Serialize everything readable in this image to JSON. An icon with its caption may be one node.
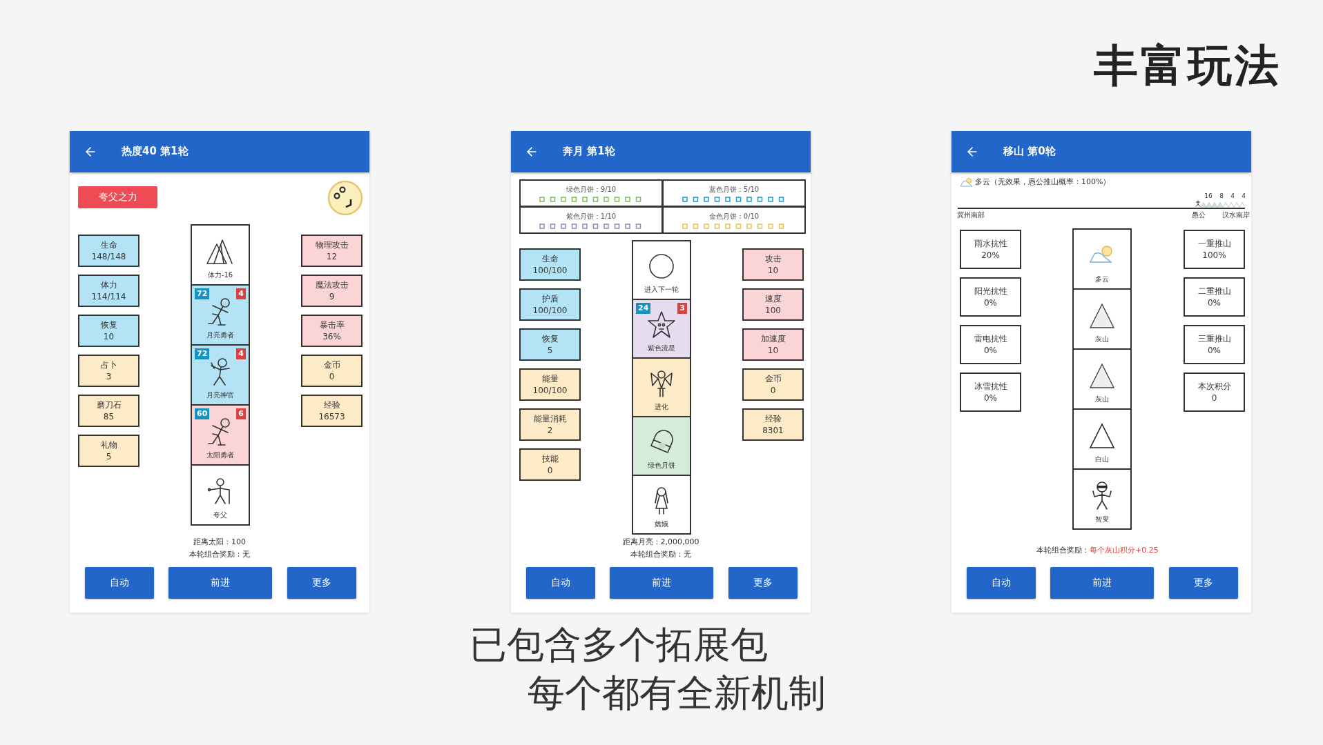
{
  "diagram": {
    "title": "丰富玩法",
    "caption": "已包含多个拓展包每个都有全新机制",
    "nodes": [
      {
        "text": [
          "热度40 第1轮"
        ]
      },
      {
        "text": [
          "夸父之力"
        ],
        "in": 0
      },
      {
        "text": [
          "生命",
          "148/148"
        ],
        "in": 0
      },
      {
        "text": [
          "体力",
          "114/114"
        ],
        "in": 0
      },
      {
        "text": [
          "恢复",
          "10"
        ],
        "in": 0
      },
      {
        "text": [
          "占卜",
          "3"
        ],
        "in": 0
      },
      {
        "text": [
          "磨刀石",
          "85"
        ],
        "in": 0
      },
      {
        "text": [
          "礼物",
          "5"
        ],
        "in": 0
      },
      {
        "text": [
          "体力-16"
        ],
        "in": 0
      },
      {
        "text": [
          "月亮勇者"
        ],
        "in": 0
      },
      {
        "text": [
          "72"
        ],
        "in": 9
      },
      {
        "text": [
          "4"
        ],
        "in": 9
      },
      {
        "text": [
          "月亮神官"
        ],
        "in": 0
      },
      {
        "text": [
          "72"
        ],
        "in": 12
      },
      {
        "text": [
          "4"
        ],
        "in": 12
      },
      {
        "text": [
          "太阳勇者"
        ],
        "in": 0
      },
      {
        "text": [
          "60"
        ],
        "in": 15
      },
      {
        "text": [
          "6"
        ],
        "in": 15
      },
      {
        "text": [
          "夸父"
        ],
        "in": 0
      },
      {
        "text": [
          "物理攻击",
          "12"
        ],
        "in": 0
      },
      {
        "text": [
          "魔法攻击",
          "9"
        ],
        "in": 0
      },
      {
        "text": [
          "暴击率",
          "36%"
        ],
        "in": 0
      },
      {
        "text": [
          "金币",
          "0"
        ],
        "in": 0
      },
      {
        "text": [
          "经验",
          "16573"
        ],
        "in": 0
      },
      {
        "text": [
          "自动"
        ],
        "in": 0
      },
      {
        "text": [
          "前进"
        ],
        "in": 0
      },
      {
        "text": [
          "更多"
        ],
        "in": 0
      },
      {
        "text": [
          "奔月 第1轮"
        ]
      },
      {
        "text": [
          "绿色月饼：9/10"
        ],
        "in": 27
      },
      {
        "text": [
          "蓝色月饼：5/10"
        ],
        "in": 27
      },
      {
        "text": [
          "紫色月饼：1/10"
        ],
        "in": 27
      },
      {
        "text": [
          "金色月饼：0/10"
        ],
        "in": 27
      },
      {
        "text": [
          "生命",
          "100/100"
        ],
        "in": 27
      },
      {
        "text": [
          "护盾",
          "100/100"
        ],
        "in": 27
      },
      {
        "text": [
          "恢复",
          "5"
        ],
        "in": 27
      },
      {
        "text": [
          "能量",
          "100/100"
        ],
        "in": 27
      },
      {
        "text": [
          "能量消耗",
          "2"
        ],
        "in": 27
      },
      {
        "text": [
          "技能",
          "0"
        ],
        "in": 27
      },
      {
        "text": [
          "进入下一轮"
        ],
        "in": 27
      },
      {
        "text": [
          "紫色流星"
        ],
        "in": 27
      },
      {
        "text": [
          "24"
        ],
        "in": 39
      },
      {
        "text": [
          "3"
        ],
        "in": 39
      },
      {
        "text": [
          "进化"
        ],
        "in": 27
      },
      {
        "text": [
          "绿色月饼"
        ],
        "in": 27
      },
      {
        "text": [
          "嫦娥"
        ],
        "in": 27
      },
      {
        "text": [
          "攻击",
          "10"
        ],
        "in": 27
      },
      {
        "text": [
          "速度",
          "100"
        ],
        "in": 27
      },
      {
        "text": [
          "加速度",
          "10"
        ],
        "in": 27
      },
      {
        "text": [
          "金币",
          "0"
        ],
        "in": 27
      },
      {
        "text": [
          "经验",
          "8301"
        ],
        "in": 27
      },
      {
        "text": [
          "自动"
        ],
        "in": 27
      },
      {
        "text": [
          "前进"
        ],
        "in": 27
      },
      {
        "text": [
          "更多"
        ],
        "in": 27
      },
      {
        "text": [
          "移山 第0轮"
        ]
      },
      {
        "text": [
          "雨水抗性",
          "20%"
        ],
        "in": 53
      },
      {
        "text": [
          "阳光抗性",
          "0%"
        ],
        "in": 53
      },
      {
        "text": [
          "雷电抗性",
          "0%"
        ],
        "in": 53
      },
      {
        "text": [
          "冰雪抗性",
          "0%"
        ],
        "in": 53
      },
      {
        "text": [
          "多云"
        ],
        "in": 53
      },
      {
        "text": [
          "灰山"
        ],
        "in": 53
      },
      {
        "text": [
          "灰山"
        ],
        "in": 53
      },
      {
        "text": [
          "白山"
        ],
        "in": 53
      },
      {
        "text": [
          "智叟"
        ],
        "in": 53
      },
      {
        "text": [
          "一重推山",
          "100%"
        ],
        "in": 53
      },
      {
        "text": [
          "二重推山",
          "0%"
        ],
        "in": 53
      },
      {
        "text": [
          "三重推山",
          "0%"
        ],
        "in": 53
      },
      {
        "text": [
          "本次积分",
          "0"
        ],
        "in": 53
      },
      {
        "text": [
          "自动"
        ],
        "in": 53
      },
      {
        "text": [
          "前进"
        ],
        "in": 53
      },
      {
        "text": [
          "更多"
        ],
        "in": 53
      }
    ],
    "labels": [
      "距离太阳：100",
      "本轮组合奖励：无",
      "距离月亮：2,000,000",
      "本轮组合奖励：无",
      "多云（无效果，愚公推山概率：100%）",
      "16",
      "8",
      "4",
      "4",
      "冀州南部",
      "愚公",
      "汉水南岸",
      "本轮组合奖励：",
      "每个灰山积分+0.25"
    ]
  }
}
